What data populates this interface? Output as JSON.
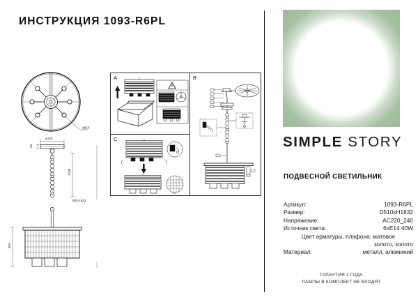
{
  "document": {
    "title": "ИНСТРУКЦИЯ 1093-R6PL"
  },
  "technical_drawing": {
    "top_view": {
      "diameter_label": "⌀510"
    },
    "canopy_view": {
      "diameter_label": "⌀120",
      "height_label": "20"
    },
    "suspension": {
      "chain_label": "1206",
      "range_label": "583-1832"
    },
    "fixture_view": {
      "shade_height_label": "583"
    }
  },
  "instructions": {
    "panels": [
      {
        "letter": "A",
        "name": "unpacking-and-handling"
      },
      {
        "letter": "B",
        "name": "assembly-and-wiring"
      },
      {
        "letter": "C",
        "name": "shade-installation"
      }
    ]
  },
  "brand": {
    "name_bold": "SIMPLE",
    "name_light": "STORY",
    "mark_color": "#9dba99"
  },
  "product": {
    "type": "ПОДВЕСНОЙ СВЕТИЛЬНИК",
    "specs": [
      {
        "key": "Артикул:",
        "value": "1093-R6PL"
      },
      {
        "key": "Размер:",
        "value": "D510xH1832"
      },
      {
        "key": "Напряжение:",
        "value": "AC220_240"
      },
      {
        "key": "Источник света:",
        "value": "6xE14 40W"
      }
    ],
    "color_line_1": "Цвет арматуры, плафона: матовое",
    "color_line_2": "золото, золото",
    "material": {
      "key": "Материал:",
      "value": "металл, алюминий"
    }
  },
  "footer": {
    "warranty": "ГАРАНТИЯ 2 ГОДА",
    "bulbs": "ЛАМПЫ В КОМПЛЕКТ НЕ ВХОДЯТ"
  }
}
